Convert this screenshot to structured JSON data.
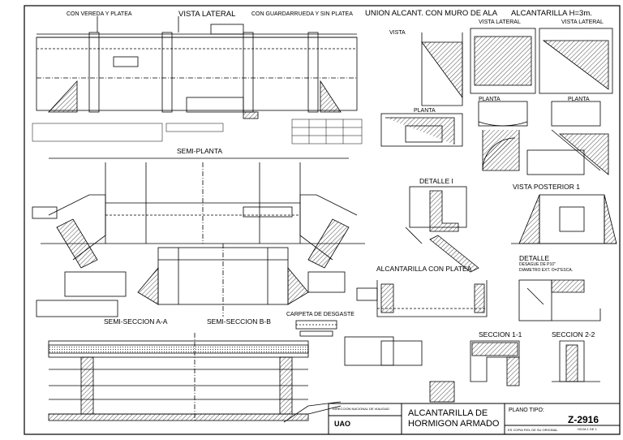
{
  "views": {
    "vereda_platea": "CON VEREDA Y PLATEA",
    "vista_lateral": "VISTA LATERAL",
    "guardarrueda": "CON GUARDARRUEDA Y SIN PLATEA",
    "union": "UNION ALCANT. CON MURO DE ALA",
    "alcantarilla_h3": "ALCANTARILLA H=3m.",
    "vista": "VISTA",
    "vista_lateral_2": "VISTA LATERAL",
    "vista_lateral_3": "VISTA LATERAL",
    "planta_1": "PLANTA",
    "planta_2": "PLANTA",
    "planta_3": "PLANTA",
    "semi_planta": "SEMI-PLANTA",
    "detalle_i": "DETALLE I",
    "vista_posterior": "VISTA POSTERIOR 1",
    "alcantarilla_platea": "ALCANTARILLA CON PLATEA",
    "detalle": "DETALLE",
    "detalle_sub_1": "DESAGUE DE P10\"",
    "detalle_sub_2": "DIAMETRO EXT. O=2\"ESCA.",
    "semi_seccion_aa": "SEMI-SECCION A-A",
    "semi_seccion_bb": "SEMI-SECCION B-B",
    "carpeta": "CARPETA DE DESGASTE",
    "seccion_11": "SECCION 1-1",
    "seccion_22": "SECCION 2-2"
  },
  "title_block": {
    "agency": "DIRECCION NACIONAL DE VIALIDAD",
    "logo": "UAO",
    "title_line1": "ALCANTARILLA DE",
    "title_line2": "HORMIGON ARMADO",
    "plano_tipo_label": "PLANO TIPO:",
    "code": "Z-2916",
    "copy_note": "ES COPIA FIEL DE SU ORIGINAL",
    "sheet": "HOJA 1 DE 1"
  }
}
